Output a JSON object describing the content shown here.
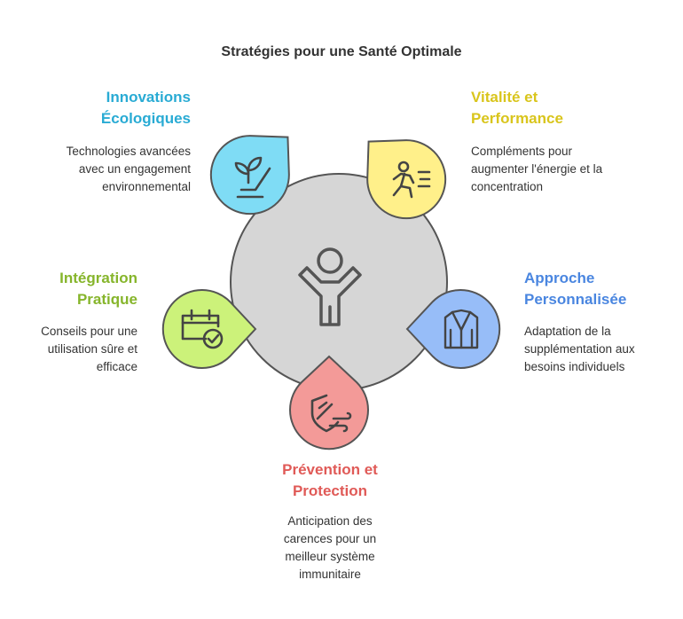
{
  "title": "Stratégies pour une Santé Optimale",
  "center_icon": "person-icon",
  "items": [
    {
      "id": "innovations",
      "heading": [
        "Innovations",
        "Écologiques"
      ],
      "description": [
        "Technologies avancées",
        "avec un engagement",
        "environnemental"
      ],
      "color": "#29ABD4",
      "fill": "#7FDCF5",
      "icon": "plant-growth-icon"
    },
    {
      "id": "vitalite",
      "heading": [
        "Vitalité et",
        "Performance"
      ],
      "description": [
        "Compléments pour",
        "augmenter l'énergie et la",
        "concentration"
      ],
      "color": "#D9C51C",
      "fill": "#FFF08A",
      "icon": "running-person-icon"
    },
    {
      "id": "approche",
      "heading": [
        "Approche",
        "Personnalisée"
      ],
      "description": [
        "Adaptation de la",
        "supplémentation aux",
        "besoins individuels"
      ],
      "color": "#4A86E0",
      "fill": "#97BDF8",
      "icon": "suit-jacket-icon"
    },
    {
      "id": "prevention",
      "heading": [
        "Prévention et",
        "Protection"
      ],
      "description": [
        "Anticipation des",
        "carences pour un",
        "meilleur système",
        "immunitaire"
      ],
      "color": "#E05A57",
      "fill": "#F39A98",
      "icon": "shield-wind-icon"
    },
    {
      "id": "integration",
      "heading": [
        "Intégration",
        "Pratique"
      ],
      "description": [
        "Conseils pour une",
        "utilisation sûre et",
        "efficace"
      ],
      "color": "#86B52B",
      "fill": "#CCF27A",
      "icon": "calendar-check-icon"
    }
  ]
}
